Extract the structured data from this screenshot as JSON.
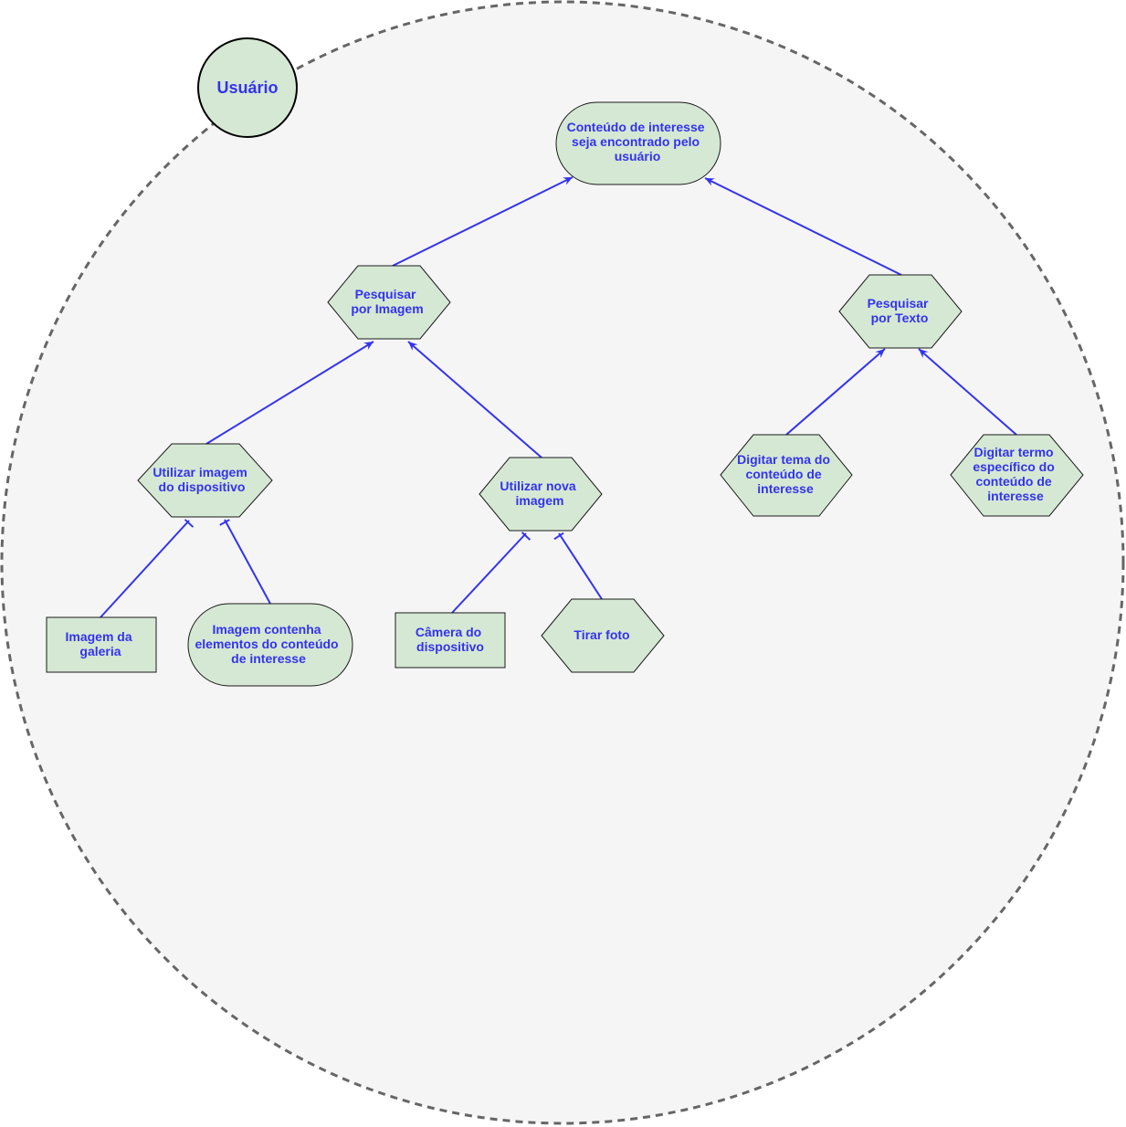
{
  "colors": {
    "node_fill": "#d5e8d4",
    "node_stroke": "#1a1a1a",
    "text": "#3333ee",
    "edge": "#3333ee",
    "boundary_fill": "#f5f5f5",
    "boundary_stroke": "#666666"
  },
  "actor": {
    "label": "Usuário"
  },
  "nodes": {
    "goal": {
      "kind": "goal",
      "lines": [
        "Conteúdo de interesse",
        "seja encontrado pelo",
        "usuário"
      ]
    },
    "search_image": {
      "kind": "task",
      "lines": [
        "Pesquisar",
        "por Imagem"
      ]
    },
    "search_text": {
      "kind": "task",
      "lines": [
        "Pesquisar",
        "por Texto"
      ]
    },
    "use_device_image": {
      "kind": "task",
      "lines": [
        "Utilizar imagem",
        "do dispositivo"
      ]
    },
    "use_new_image": {
      "kind": "task",
      "lines": [
        "Utilizar nova",
        "imagem"
      ]
    },
    "type_topic": {
      "kind": "task",
      "lines": [
        "Digitar tema do",
        "conteúdo de",
        "interesse"
      ]
    },
    "type_term": {
      "kind": "task",
      "lines": [
        "Digitar termo",
        "específico do",
        "conteúdo de",
        "interesse"
      ]
    },
    "gallery_image": {
      "kind": "resource",
      "lines": [
        "Imagem da",
        "galeria"
      ]
    },
    "image_contains": {
      "kind": "goal",
      "lines": [
        "Imagem contenha",
        "elementos do conteúdo",
        "de interesse"
      ]
    },
    "device_camera": {
      "kind": "resource",
      "lines": [
        "Câmera do",
        "dispositivo"
      ]
    },
    "take_photo": {
      "kind": "task",
      "lines": [
        "Tirar foto"
      ]
    }
  }
}
